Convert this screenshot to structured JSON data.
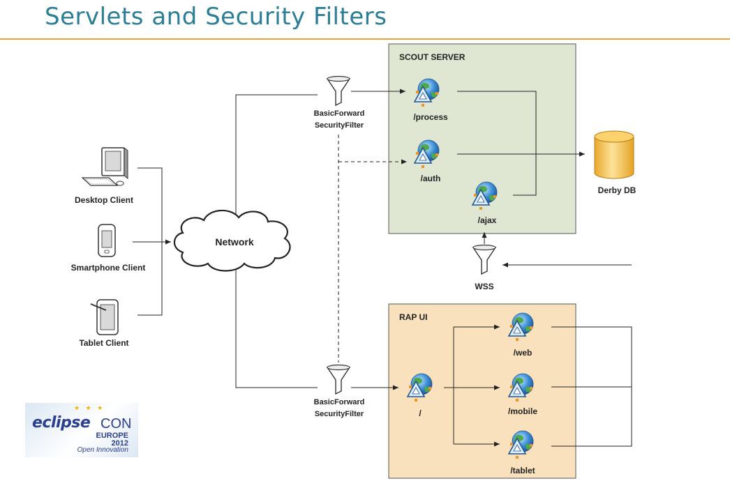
{
  "page": {
    "title": "Servlets and Security Filters"
  },
  "colors": {
    "title": "#2a7f96",
    "rule": "#e8a33a",
    "scout_server_fill": "#dfe6d2",
    "rap_ui_fill": "#f8e1bc",
    "db_fill": "#f3c04a"
  },
  "clients": {
    "desktop": "Desktop Client",
    "smartphone": "Smartphone Client",
    "tablet": "Tablet Client"
  },
  "network": {
    "label": "Network"
  },
  "filters": {
    "top_line1": "BasicForward",
    "top_line2": "SecurityFilter",
    "bottom_line1": "BasicForward",
    "bottom_line2": "SecurityFilter",
    "wss": "WSS"
  },
  "scout_server": {
    "label": "SCOUT SERVER",
    "process": "/process",
    "auth": "/auth",
    "ajax": "/ajax"
  },
  "rap_ui": {
    "label": "RAP UI",
    "root": "/",
    "web": "/web",
    "mobile": "/mobile",
    "tablet": "/tablet"
  },
  "database": {
    "label": "Derby DB"
  },
  "logo": {
    "brand_eclipse": "eclipse",
    "brand_con": "CON",
    "line_europe": "EUROPE",
    "line_year": "2012",
    "tagline": "Open Innovation"
  }
}
